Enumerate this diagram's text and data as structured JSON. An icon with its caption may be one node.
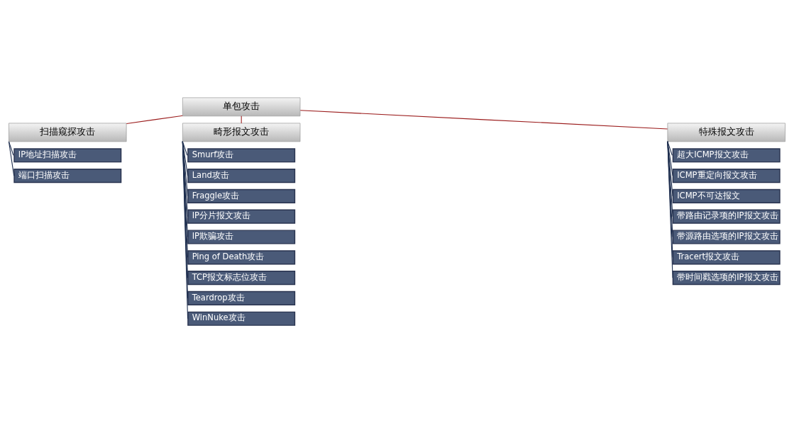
{
  "diagram": {
    "nodes": [
      {
        "text": [
          "单包攻击"
        ]
      },
      {
        "text": [
          "扫描窥探攻击"
        ]
      },
      {
        "text": [
          "畸形报文攻击"
        ]
      },
      {
        "text": [
          "特殊报文攻击"
        ]
      },
      {
        "text": [
          "IP地址扫描攻击"
        ]
      },
      {
        "text": [
          "端口扫描攻击"
        ]
      },
      {
        "text": [
          "Smurf攻击"
        ]
      },
      {
        "text": [
          "Land攻击"
        ]
      },
      {
        "text": [
          "Fraggle攻击"
        ]
      },
      {
        "text": [
          "IP分片报文攻击"
        ]
      },
      {
        "text": [
          "IP欺骗攻击"
        ]
      },
      {
        "text": [
          "Ping of Death攻击"
        ]
      },
      {
        "text": [
          "TCP报文标志位攻击"
        ]
      },
      {
        "text": [
          "Teardrop攻击"
        ]
      },
      {
        "text": [
          "WinNuke攻击"
        ]
      },
      {
        "text": [
          "超大ICMP报文攻击"
        ]
      },
      {
        "text": [
          "ICMP重定向报文攻击"
        ]
      },
      {
        "text": [
          "ICMP不可达报文"
        ]
      },
      {
        "text": [
          "带路由记录项的IP报文攻击"
        ]
      },
      {
        "text": [
          "带源路由选项的IP报文攻击"
        ]
      },
      {
        "text": [
          "Tracert报文攻击"
        ]
      },
      {
        "text": [
          "带时间戳选项的IP报文攻击"
        ]
      }
    ],
    "edges": [
      {
        "from": 0,
        "to": 1,
        "arrow": "none",
        "color": "#9b1c1c"
      },
      {
        "from": 0,
        "to": 2,
        "arrow": "none",
        "color": "#9b1c1c"
      },
      {
        "from": 0,
        "to": 3,
        "arrow": "none",
        "color": "#9b1c1c"
      },
      {
        "from": 1,
        "to": 4,
        "arrow": "none"
      },
      {
        "from": 1,
        "to": 5,
        "arrow": "none"
      },
      {
        "from": 2,
        "to": 6,
        "arrow": "none"
      },
      {
        "from": 2,
        "to": 7,
        "arrow": "none"
      },
      {
        "from": 2,
        "to": 8,
        "arrow": "none"
      },
      {
        "from": 2,
        "to": 9,
        "arrow": "none"
      },
      {
        "from": 2,
        "to": 10,
        "arrow": "none"
      },
      {
        "from": 2,
        "to": 11,
        "arrow": "none"
      },
      {
        "from": 2,
        "to": 12,
        "arrow": "none"
      },
      {
        "from": 2,
        "to": 13,
        "arrow": "none"
      },
      {
        "from": 2,
        "to": 14,
        "arrow": "none"
      },
      {
        "from": 3,
        "to": 15,
        "arrow": "none"
      },
      {
        "from": 3,
        "to": 16,
        "arrow": "none"
      },
      {
        "from": 3,
        "to": 17,
        "arrow": "none"
      },
      {
        "from": 3,
        "to": 18,
        "arrow": "none"
      },
      {
        "from": 3,
        "to": 19,
        "arrow": "none"
      },
      {
        "from": 3,
        "to": 20,
        "arrow": "none"
      },
      {
        "from": 3,
        "to": 21,
        "arrow": "none"
      }
    ]
  }
}
